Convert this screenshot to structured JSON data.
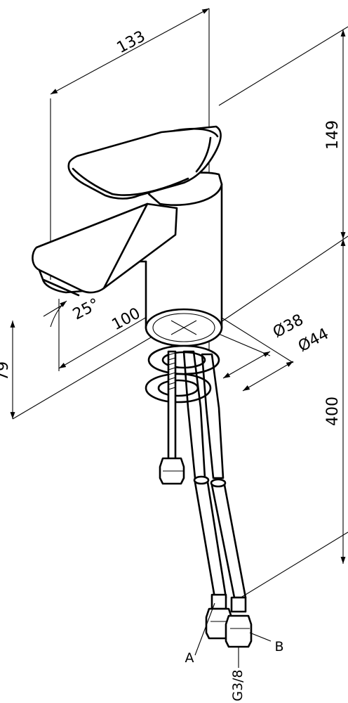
{
  "dimensions": {
    "width_total": "133",
    "height_upper": "149",
    "spout_reach": "100",
    "spout_angle": "25°",
    "spout_height": "79",
    "base_diameter": "Ø38",
    "hole_diameter": "Ø44",
    "hose_length": "400"
  },
  "labels": {
    "hose_a": "A",
    "hose_b": "B",
    "thread": "G3/8"
  }
}
